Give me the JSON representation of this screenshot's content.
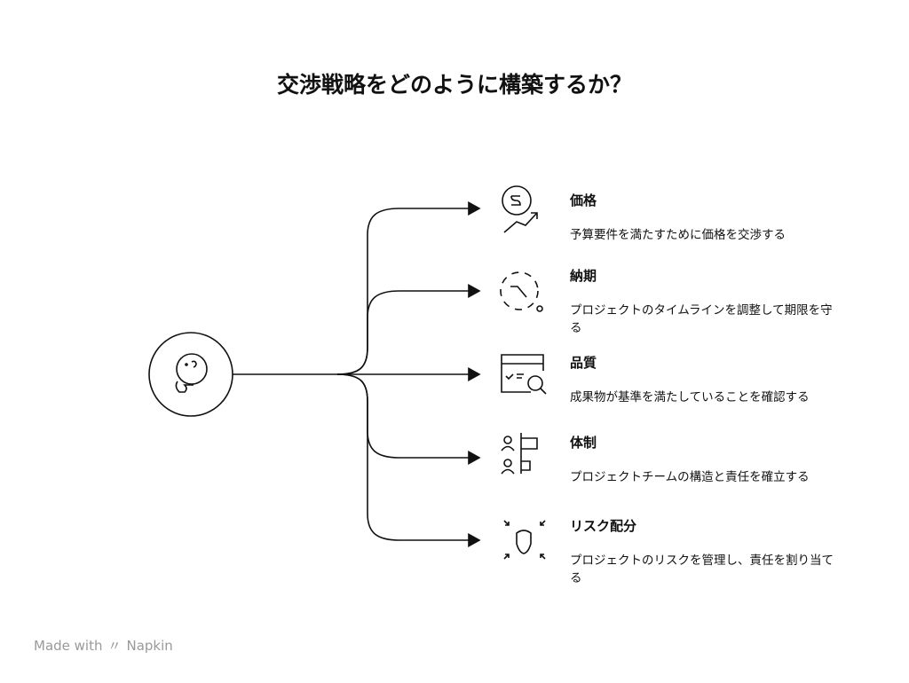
{
  "title": "交渉戦略をどのように構築するか？",
  "center_icon": "thinking-face-icon",
  "items": [
    {
      "heading": "価格",
      "description": "予算要件を満たすために価格を交渉する",
      "icon": "price-trend-icon"
    },
    {
      "heading": "納期",
      "description": "プロジェクトのタイムラインを調整して期限を守る",
      "icon": "deadline-clock-icon"
    },
    {
      "heading": "品質",
      "description": "成果物が基準を満たしていることを確認する",
      "icon": "quality-inspection-icon"
    },
    {
      "heading": "体制",
      "description": "プロジェクトチームの構造と責任を確立する",
      "icon": "team-structure-icon"
    },
    {
      "heading": "リスク配分",
      "description": "プロジェクトのリスクを管理し、責任を割り当てる",
      "icon": "risk-shield-icon"
    }
  ],
  "watermark": {
    "prefix": "Made with",
    "brand": "Napkin"
  }
}
